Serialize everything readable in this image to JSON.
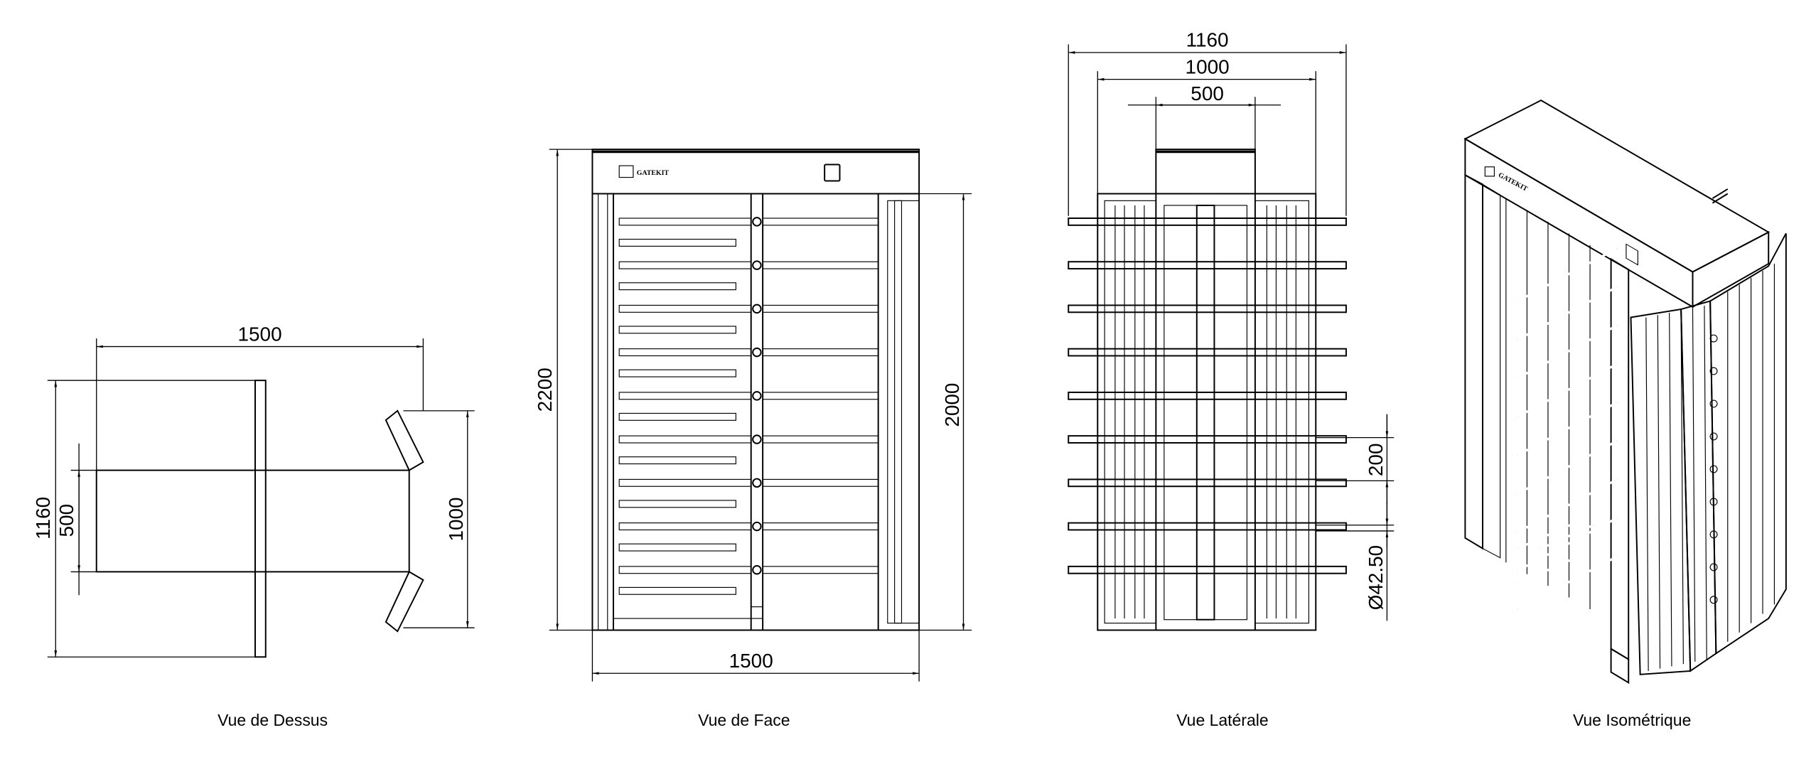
{
  "views": {
    "top": {
      "caption": "Vue de Dessus",
      "dims": {
        "width": "1500",
        "depth": "1160",
        "body": "500",
        "arms": "1000"
      }
    },
    "front": {
      "caption": "Vue de Face",
      "dims": {
        "height_total": "2200",
        "height_body": "2000",
        "width": "1500"
      },
      "logo_text": "GATEKIT",
      "bar_rows": 9
    },
    "side": {
      "caption": "Vue Latérale",
      "dims": {
        "outer": "1160",
        "body": "1000",
        "header": "500",
        "spacing": "200",
        "diameter": "Ø42.50"
      },
      "arm_rows": 9
    },
    "iso": {
      "caption": "Vue Isométrique",
      "logo_text": "GATEKIT"
    }
  }
}
